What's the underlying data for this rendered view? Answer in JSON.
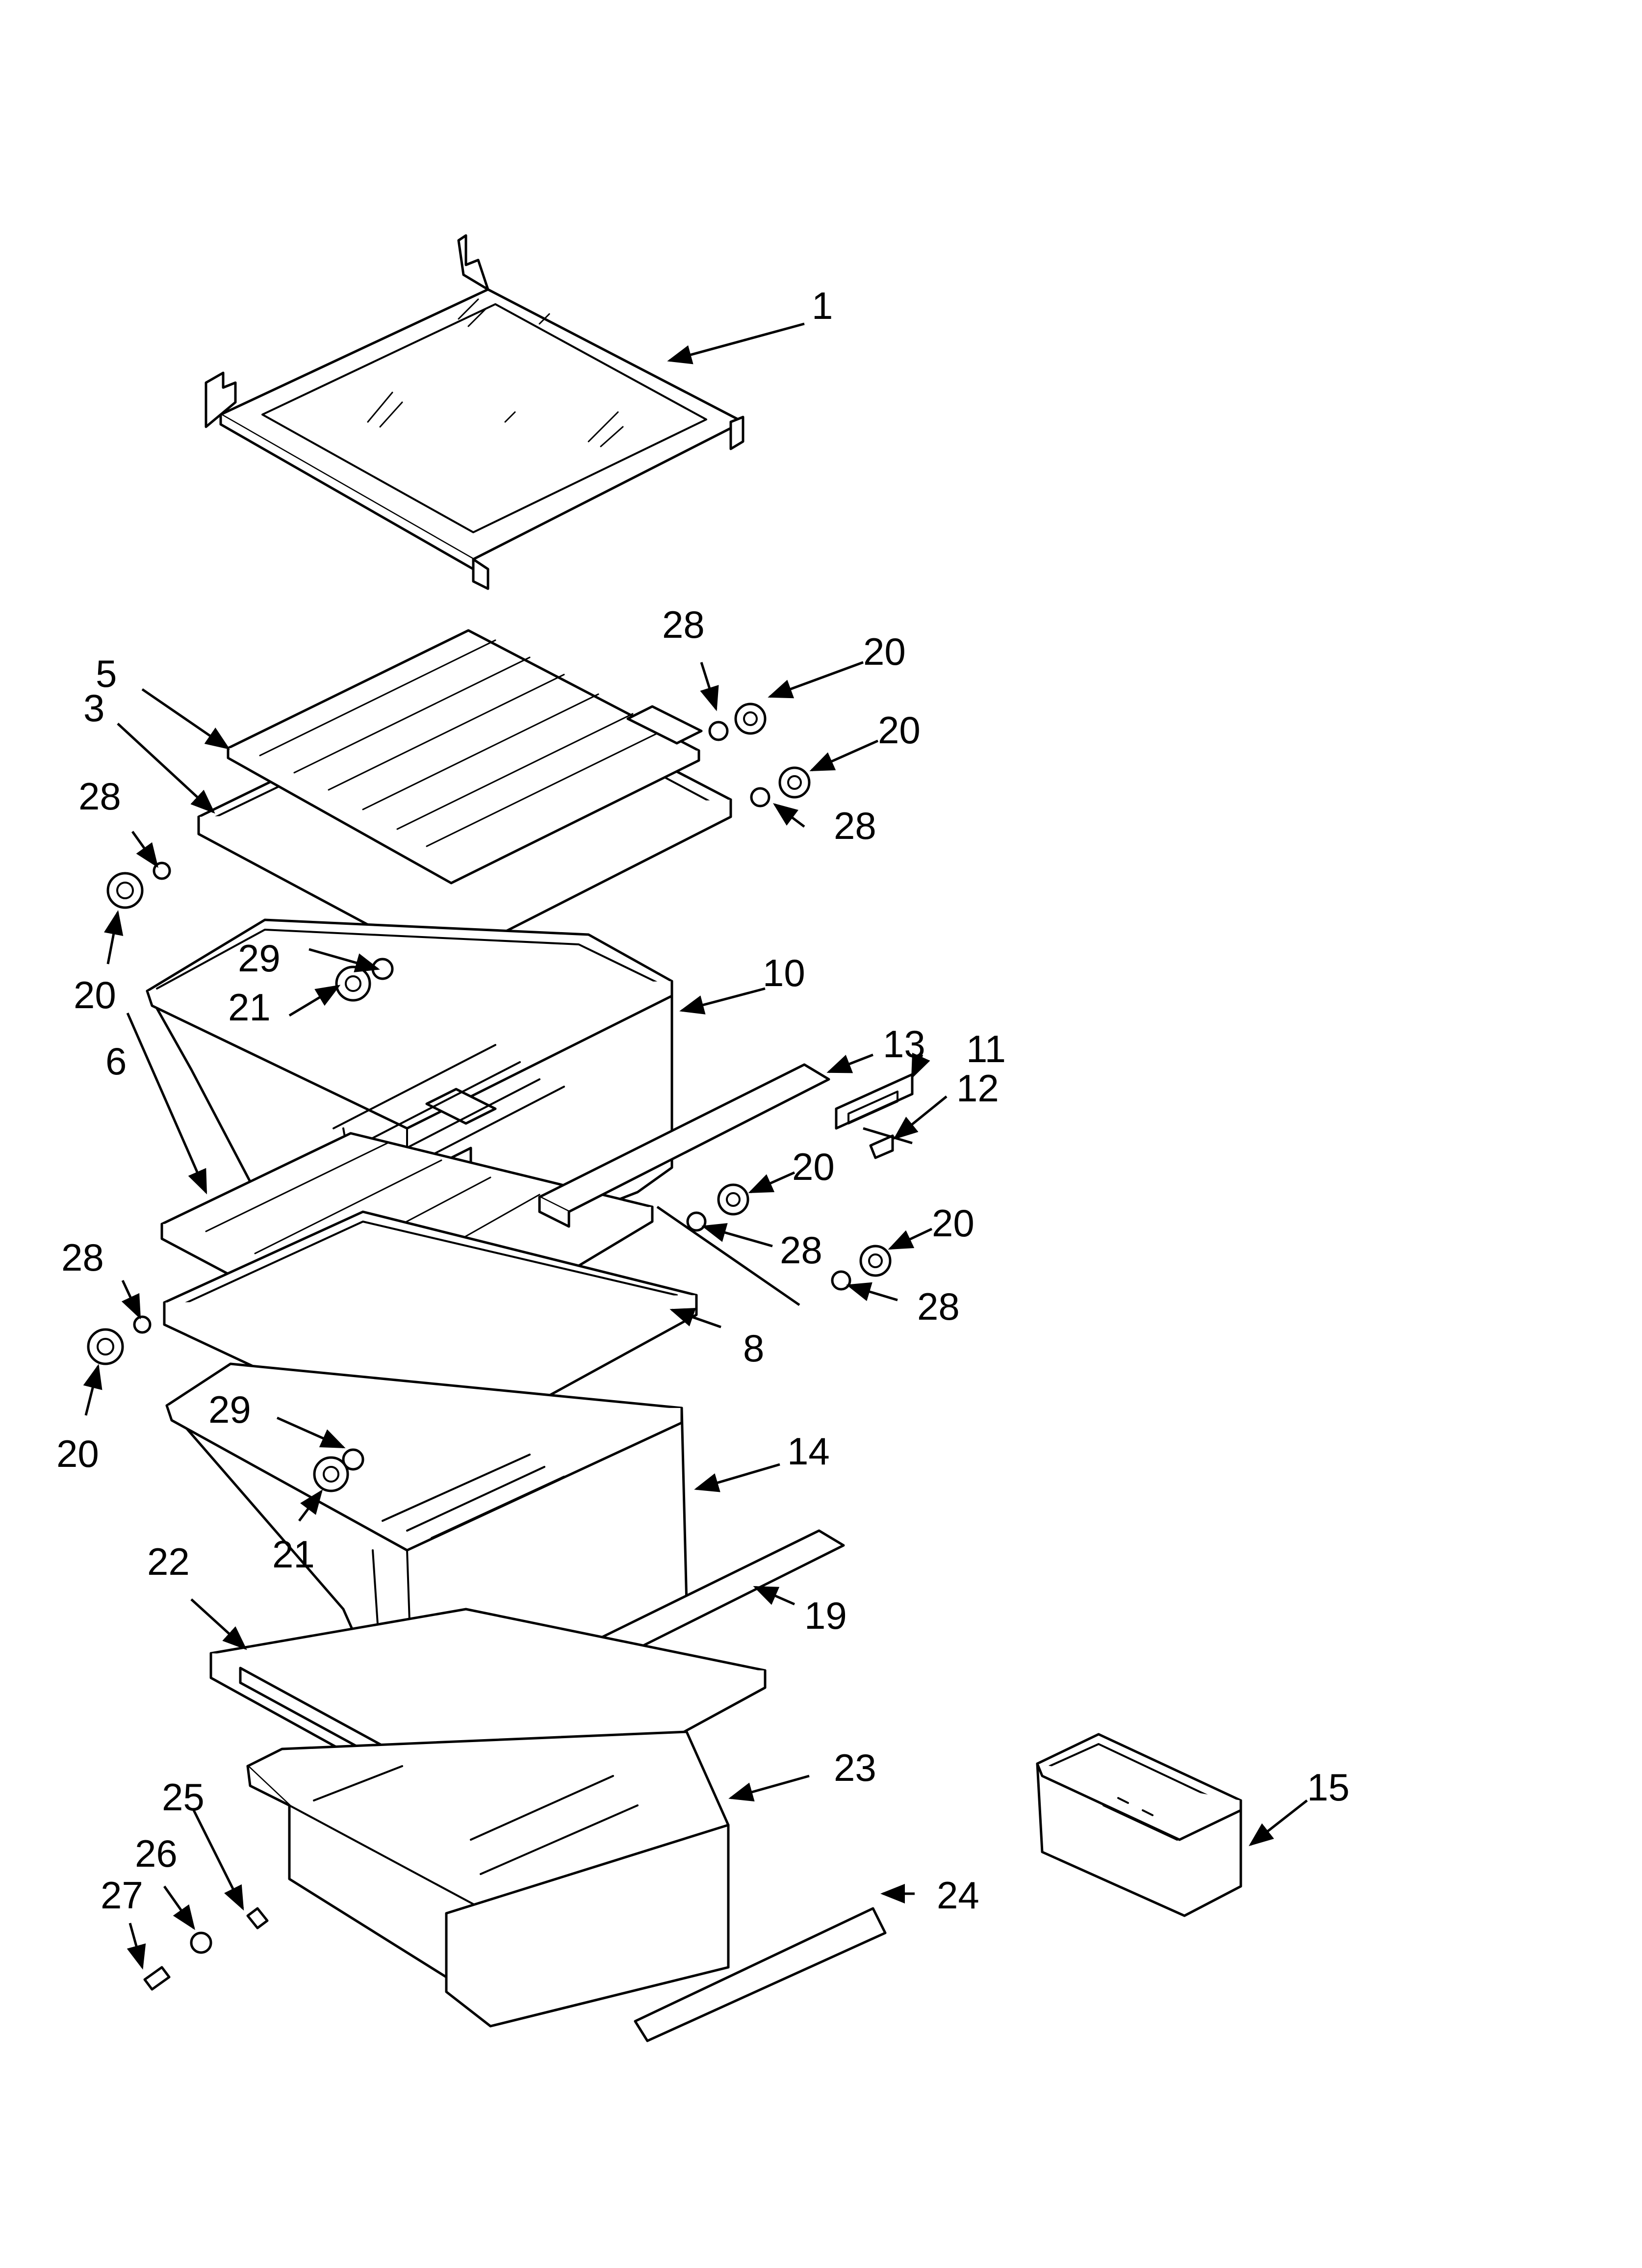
{
  "parts": [
    {
      "id": "p1",
      "number": "1"
    },
    {
      "id": "p3",
      "number": "3"
    },
    {
      "id": "p5",
      "number": "5"
    },
    {
      "id": "p6",
      "number": "6"
    },
    {
      "id": "p8",
      "number": "8"
    },
    {
      "id": "p10",
      "number": "10"
    },
    {
      "id": "p11",
      "number": "11"
    },
    {
      "id": "p12",
      "number": "12"
    },
    {
      "id": "p13",
      "number": "13"
    },
    {
      "id": "p14",
      "number": "14"
    },
    {
      "id": "p15",
      "number": "15"
    },
    {
      "id": "p19",
      "number": "19"
    },
    {
      "id": "p20a",
      "number": "20"
    },
    {
      "id": "p20b",
      "number": "20"
    },
    {
      "id": "p20c",
      "number": "20"
    },
    {
      "id": "p20d",
      "number": "20"
    },
    {
      "id": "p20e",
      "number": "20"
    },
    {
      "id": "p20f",
      "number": "20"
    },
    {
      "id": "p21a",
      "number": "21"
    },
    {
      "id": "p21b",
      "number": "21"
    },
    {
      "id": "p22",
      "number": "22"
    },
    {
      "id": "p23",
      "number": "23"
    },
    {
      "id": "p24",
      "number": "24"
    },
    {
      "id": "p25",
      "number": "25"
    },
    {
      "id": "p26",
      "number": "26"
    },
    {
      "id": "p27",
      "number": "27"
    },
    {
      "id": "p28a",
      "number": "28"
    },
    {
      "id": "p28b",
      "number": "28"
    },
    {
      "id": "p28c",
      "number": "28"
    },
    {
      "id": "p28d",
      "number": "28"
    },
    {
      "id": "p28e",
      "number": "28"
    },
    {
      "id": "p28f",
      "number": "28"
    },
    {
      "id": "p29a",
      "number": "29"
    },
    {
      "id": "p29b",
      "number": "29"
    }
  ]
}
